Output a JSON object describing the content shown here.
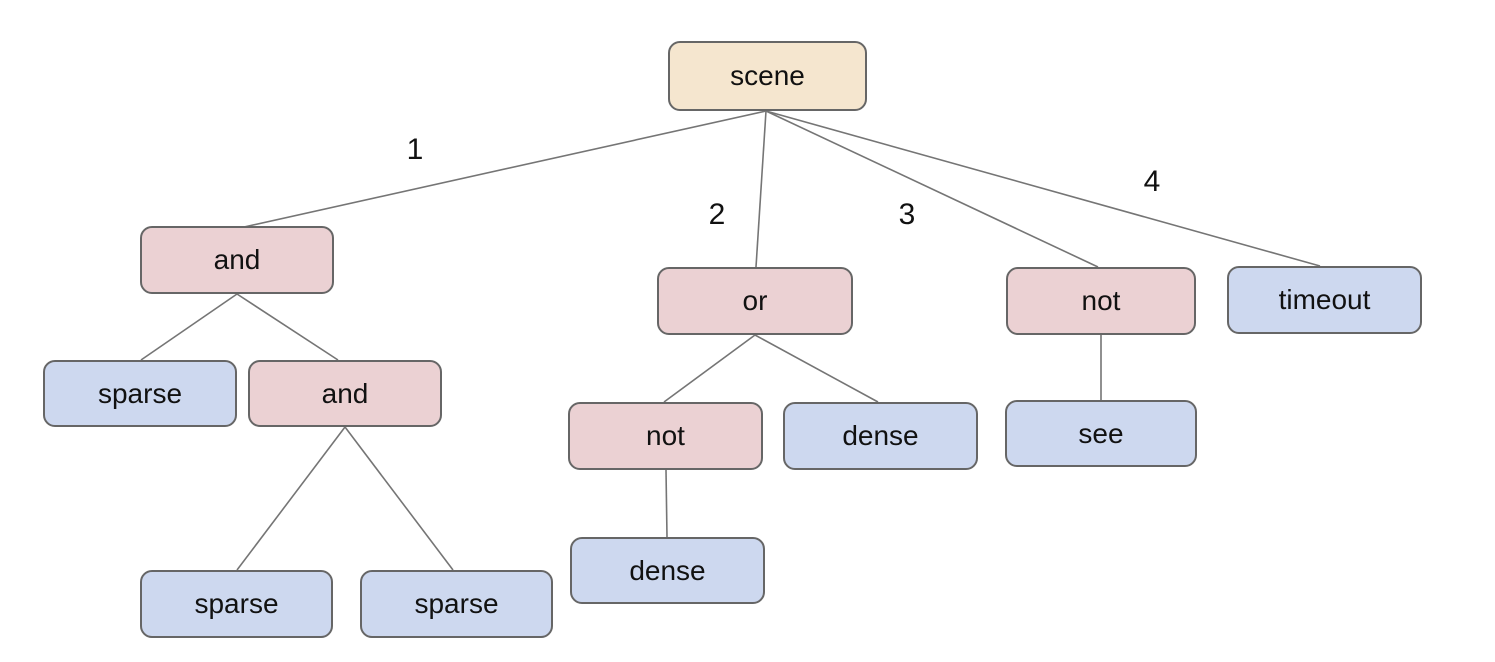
{
  "diagram": {
    "nodes": {
      "scene": "scene",
      "and1": "and",
      "or1": "or",
      "not1": "not",
      "timeout1": "timeout",
      "sparse1": "sparse",
      "and2": "and",
      "not2": "not",
      "dense1": "dense",
      "see1": "see",
      "dense2": "dense",
      "sparse2": "sparse",
      "sparse3": "sparse"
    },
    "edge_labels": {
      "e1": "1",
      "e2": "2",
      "e3": "3",
      "e4": "4"
    },
    "colors": {
      "root_fill": "#f5e6cf",
      "operator_fill": "#ebd1d3",
      "leaf_fill": "#cdd8ef",
      "node_border": "#666666",
      "edge_color": "#757575",
      "text_color": "#111111",
      "background": "#ffffff"
    },
    "tree": {
      "label": "scene",
      "children": [
        {
          "edge": "1",
          "label": "and",
          "children": [
            {
              "label": "sparse"
            },
            {
              "label": "and",
              "children": [
                {
                  "label": "sparse"
                },
                {
                  "label": "sparse"
                }
              ]
            }
          ]
        },
        {
          "edge": "2",
          "label": "or",
          "children": [
            {
              "label": "not",
              "children": [
                {
                  "label": "dense"
                }
              ]
            },
            {
              "label": "dense"
            }
          ]
        },
        {
          "edge": "3",
          "label": "not",
          "children": [
            {
              "label": "see"
            }
          ]
        },
        {
          "edge": "4",
          "label": "timeout"
        }
      ]
    }
  }
}
